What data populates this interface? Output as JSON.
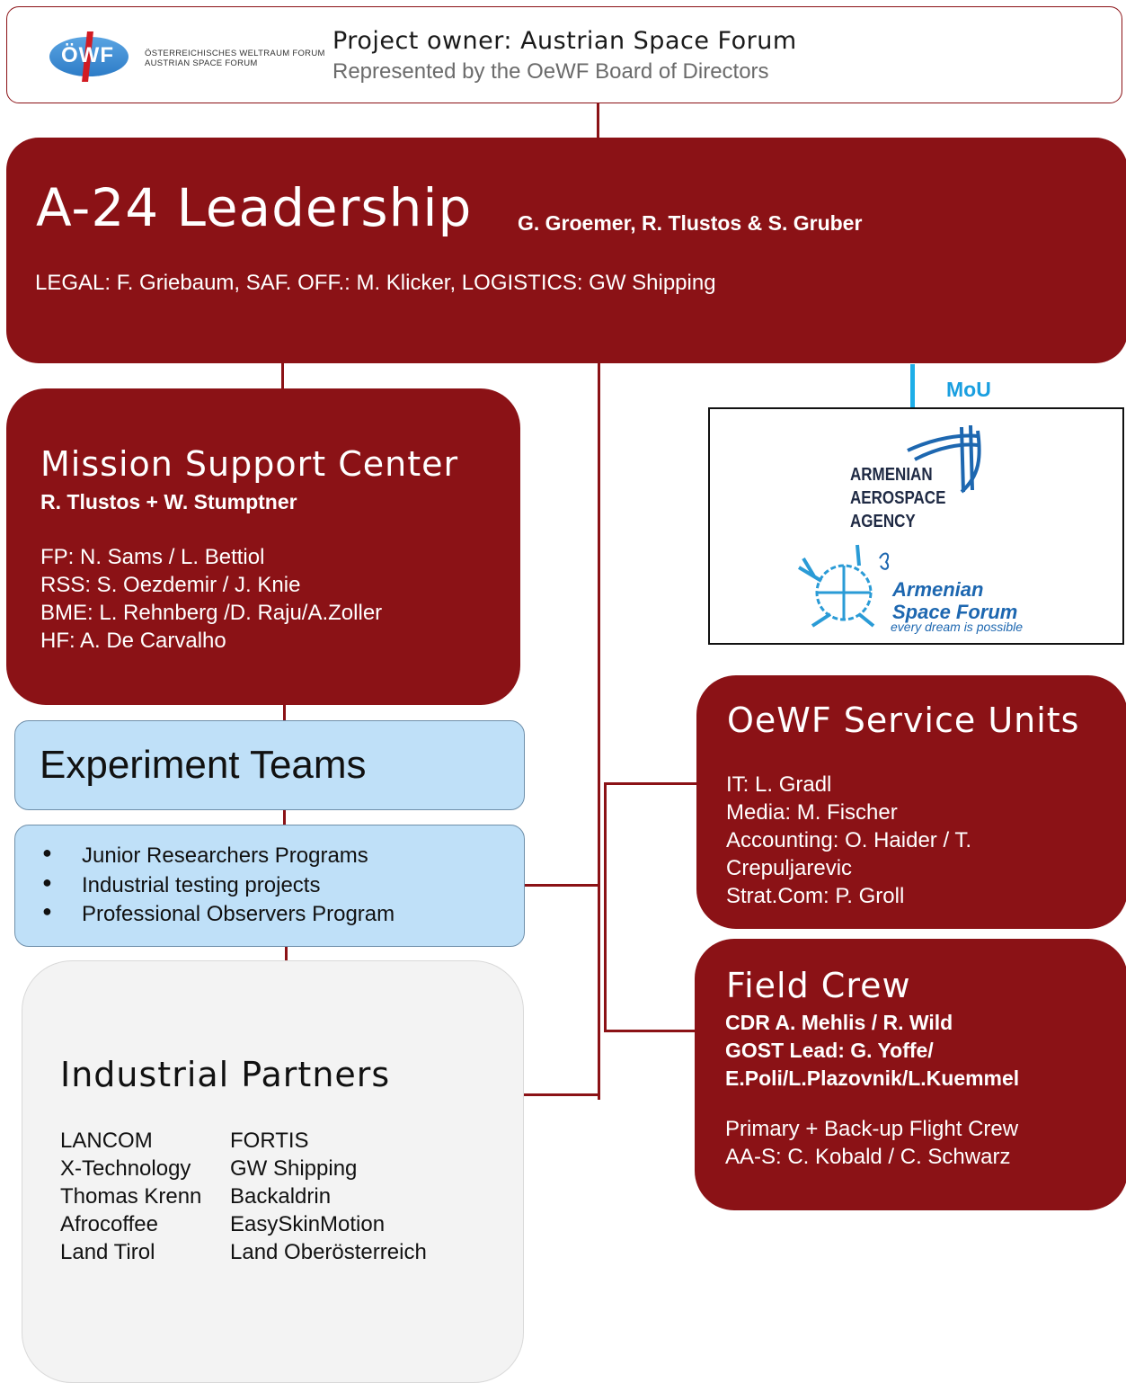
{
  "header": {
    "logo_letters": "ÖWF",
    "logo_line1": "ÖSTERREICHISCHES WELTRAUM FORUM",
    "logo_line2": "AUSTRIAN SPACE FORUM",
    "owner_title": "Project owner: Austrian Space Forum",
    "owner_subtitle": "Represented by the OeWF Board of Directors"
  },
  "leadership": {
    "title": "A-24 Leadership",
    "names": "G. Groemer, R. Tlustos & S. Gruber",
    "roles": "LEGAL: F. Griebaum, SAF. OFF.: M. Klicker, LOGISTICS: GW Shipping"
  },
  "msc": {
    "title": "Mission Support Center",
    "lead": "R. Tlustos + W. Stumptner",
    "items": [
      "FP: N. Sams / L. Bettiol",
      "RSS: S. Oezdemir / J. Knie",
      "BME: L. Rehnberg /D. Raju/A.Zoller",
      "HF: A. De Carvalho"
    ]
  },
  "experiment_teams": {
    "title": "Experiment Teams",
    "items": [
      "Junior Researchers Programs",
      "Industrial testing projects",
      "Professional Observers Program"
    ]
  },
  "partners": {
    "title": "Industrial Partners",
    "col1": [
      "LANCOM",
      "X-Technology",
      "Thomas Krenn",
      "Afrocoffee",
      "Land Tirol"
    ],
    "col2": [
      "FORTIS",
      "GW Shipping",
      "Backaldrin",
      "EasySkinMotion",
      "Land Oberösterreich"
    ]
  },
  "mou": {
    "label": "MoU",
    "agency_lines": [
      "ARMENIAN",
      "AEROSPACE",
      "AGENCY"
    ],
    "forum_lines": [
      "Armenian",
      "Space Forum"
    ],
    "forum_tagline": "every dream is possible"
  },
  "service_units": {
    "title": "OeWF Service Units",
    "items": [
      "IT: L. Gradl",
      "Media: M. Fischer",
      "Accounting: O. Haider / T.",
      "Crepuljarevic",
      "Strat.Com: P. Groll"
    ]
  },
  "field_crew": {
    "title": "Field Crew",
    "leads": [
      "CDR A. Mehlis / R. Wild",
      "GOST Lead: G. Yoffe/",
      "E.Poli/L.Plazovnik/L.Kuemmel"
    ],
    "items": [
      "Primary + Back-up Flight Crew",
      "AA-S: C. Kobald / C. Schwarz"
    ]
  },
  "colors": {
    "box_red": "#8b1216",
    "box_blue": "#bfe0f8",
    "mou_blue": "#1eaee8"
  }
}
